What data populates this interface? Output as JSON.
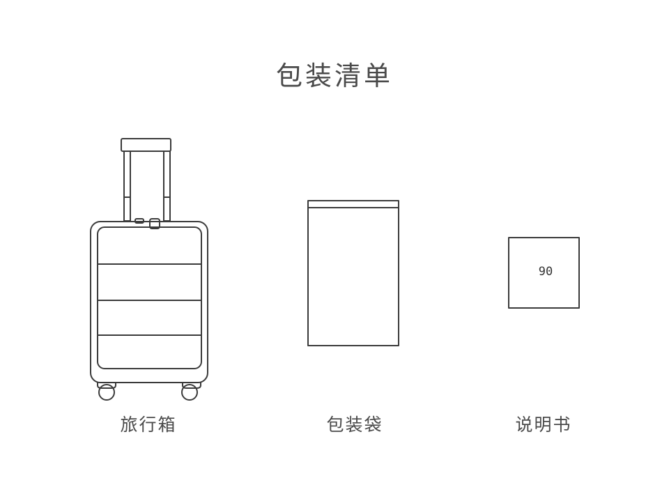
{
  "title": "包装清单",
  "items": [
    {
      "caption": "旅行箱",
      "icon": "suitcase-icon"
    },
    {
      "caption": "包装袋",
      "icon": "bag-icon"
    },
    {
      "caption": "说明书",
      "icon": "manual-icon"
    }
  ],
  "manual_logo": "90"
}
